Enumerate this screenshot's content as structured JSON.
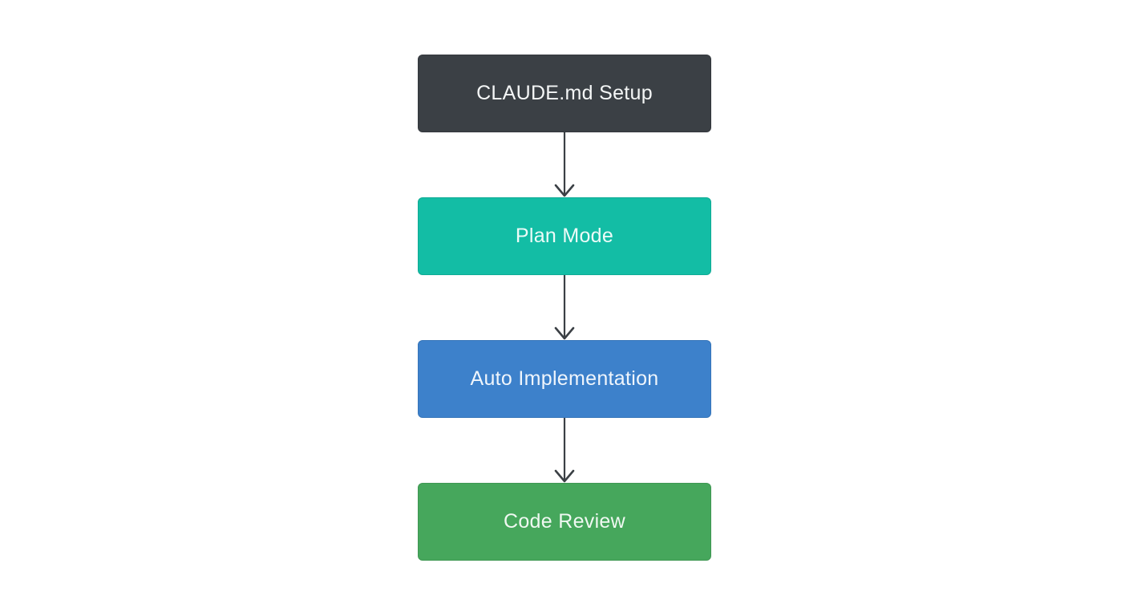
{
  "diagram": {
    "type": "flowchart",
    "direction": "top-to-bottom",
    "background": "#ffffff",
    "arrow_color": "#3b4045",
    "nodes": [
      {
        "id": "setup",
        "label": "CLAUDE.md Setup",
        "fill": "#3b4045",
        "text_color": "#f4f6f6"
      },
      {
        "id": "plan",
        "label": "Plan Mode",
        "fill": "#13bda5",
        "text_color": "#edfbf8"
      },
      {
        "id": "auto",
        "label": "Auto Implementation",
        "fill": "#3d81cb",
        "text_color": "#eff5fc"
      },
      {
        "id": "review",
        "label": "Code Review",
        "fill": "#46a75c",
        "text_color": "#eff8f1"
      }
    ],
    "edges": [
      {
        "from": "CLAUDE.md Setup",
        "to": "Plan Mode"
      },
      {
        "from": "Plan Mode",
        "to": "Auto Implementation"
      },
      {
        "from": "Auto Implementation",
        "to": "Code Review"
      }
    ]
  }
}
